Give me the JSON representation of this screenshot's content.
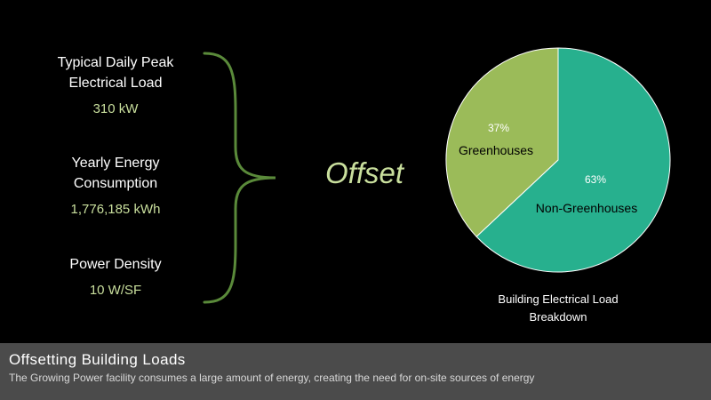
{
  "metrics": [
    {
      "label_line1": "Typical Daily Peak",
      "label_line2": "Electrical Load",
      "value": "310 kW"
    },
    {
      "label_line1": "Yearly Energy",
      "label_line2": "Consumption",
      "value": "1,776,185 kWh"
    },
    {
      "label_line1": "Power Density",
      "label_line2": "",
      "value": "10 W/SF"
    }
  ],
  "offset_text": "Offset",
  "colors": {
    "background": "#000000",
    "value_text": "#c9df9d",
    "offset_text": "#c9df9d",
    "brace": "#5a8a3a",
    "footer_bg": "#4b4b4b",
    "slice_greenhouses": "#9bbb59",
    "slice_non_greenhouses": "#27b08e"
  },
  "chart_data": {
    "type": "pie",
    "slices": [
      {
        "name": "Greenhouses",
        "value": 37,
        "percent_label": "37%",
        "color": "#9bbb59"
      },
      {
        "name": "Non-Greenhouses",
        "value": 63,
        "percent_label": "63%",
        "color": "#27b08e"
      }
    ],
    "caption_line1": "Building Electrical Load",
    "caption_line2": "Breakdown"
  },
  "footer": {
    "title": "Offsetting  Building  Loads",
    "subtitle": "The Growing Power facility consumes a large amount of energy, creating the need for on-site sources of energy"
  }
}
